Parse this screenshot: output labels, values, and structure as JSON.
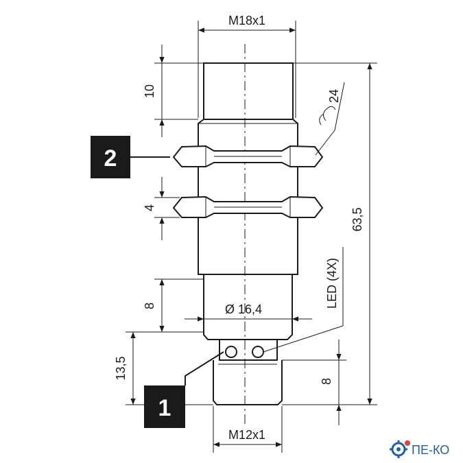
{
  "dimensions": {
    "thread_top": "M18x1",
    "top_length": "10",
    "wrench_size": "24",
    "nut_thickness": "4",
    "total_length": "63,5",
    "flange_length": "8",
    "flange_diameter": "Ø 16,4",
    "led_note": "LED (4X)",
    "connector_offset": "13,5",
    "connector_length": "8",
    "thread_bottom": "M12x1"
  },
  "callouts": {
    "tag_1": "1",
    "tag_2": "2"
  },
  "logo": {
    "text": "ПЕ-КО",
    "color": "#1f5fa8"
  }
}
